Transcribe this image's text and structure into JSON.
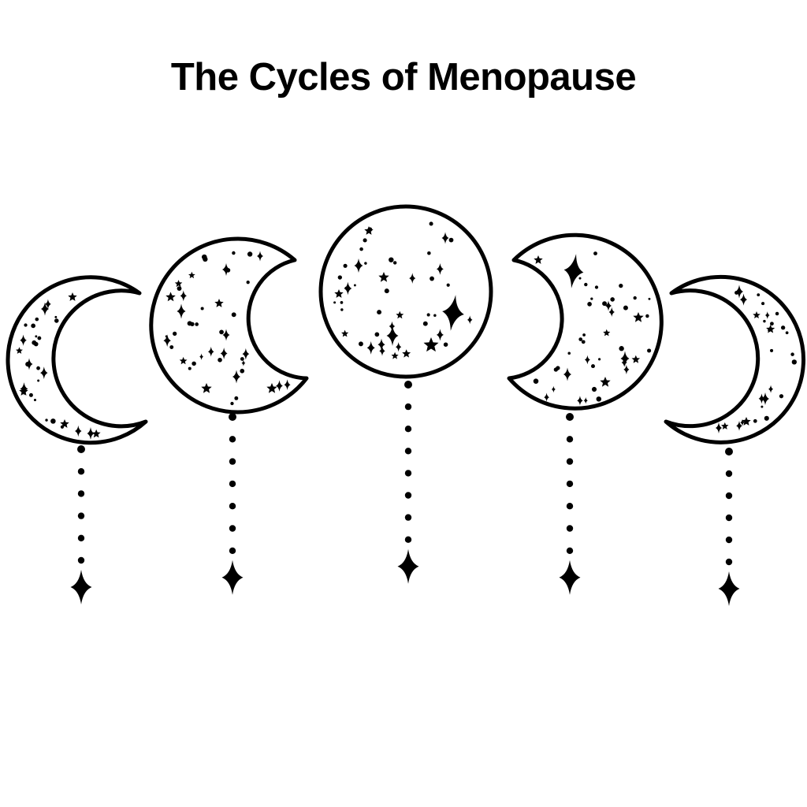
{
  "title": "The Cycles of Menopause",
  "background_color": "#ffffff",
  "ink_color": "#000000",
  "illustration": {
    "name": "five-moon-phases-with-hanging-star-charms",
    "phases": [
      {
        "label": "thin-crescent-open-right",
        "hanging_dots": 6,
        "charm_end": "four-point-star"
      },
      {
        "label": "thick-crescent-open-right",
        "hanging_dots": 7,
        "charm_end": "four-point-star"
      },
      {
        "label": "full-moon",
        "hanging_dots": 8,
        "charm_end": "four-point-star"
      },
      {
        "label": "thick-crescent-open-left",
        "hanging_dots": 7,
        "charm_end": "four-point-star"
      },
      {
        "label": "thin-crescent-open-left",
        "hanging_dots": 6,
        "charm_end": "four-point-star"
      }
    ]
  }
}
